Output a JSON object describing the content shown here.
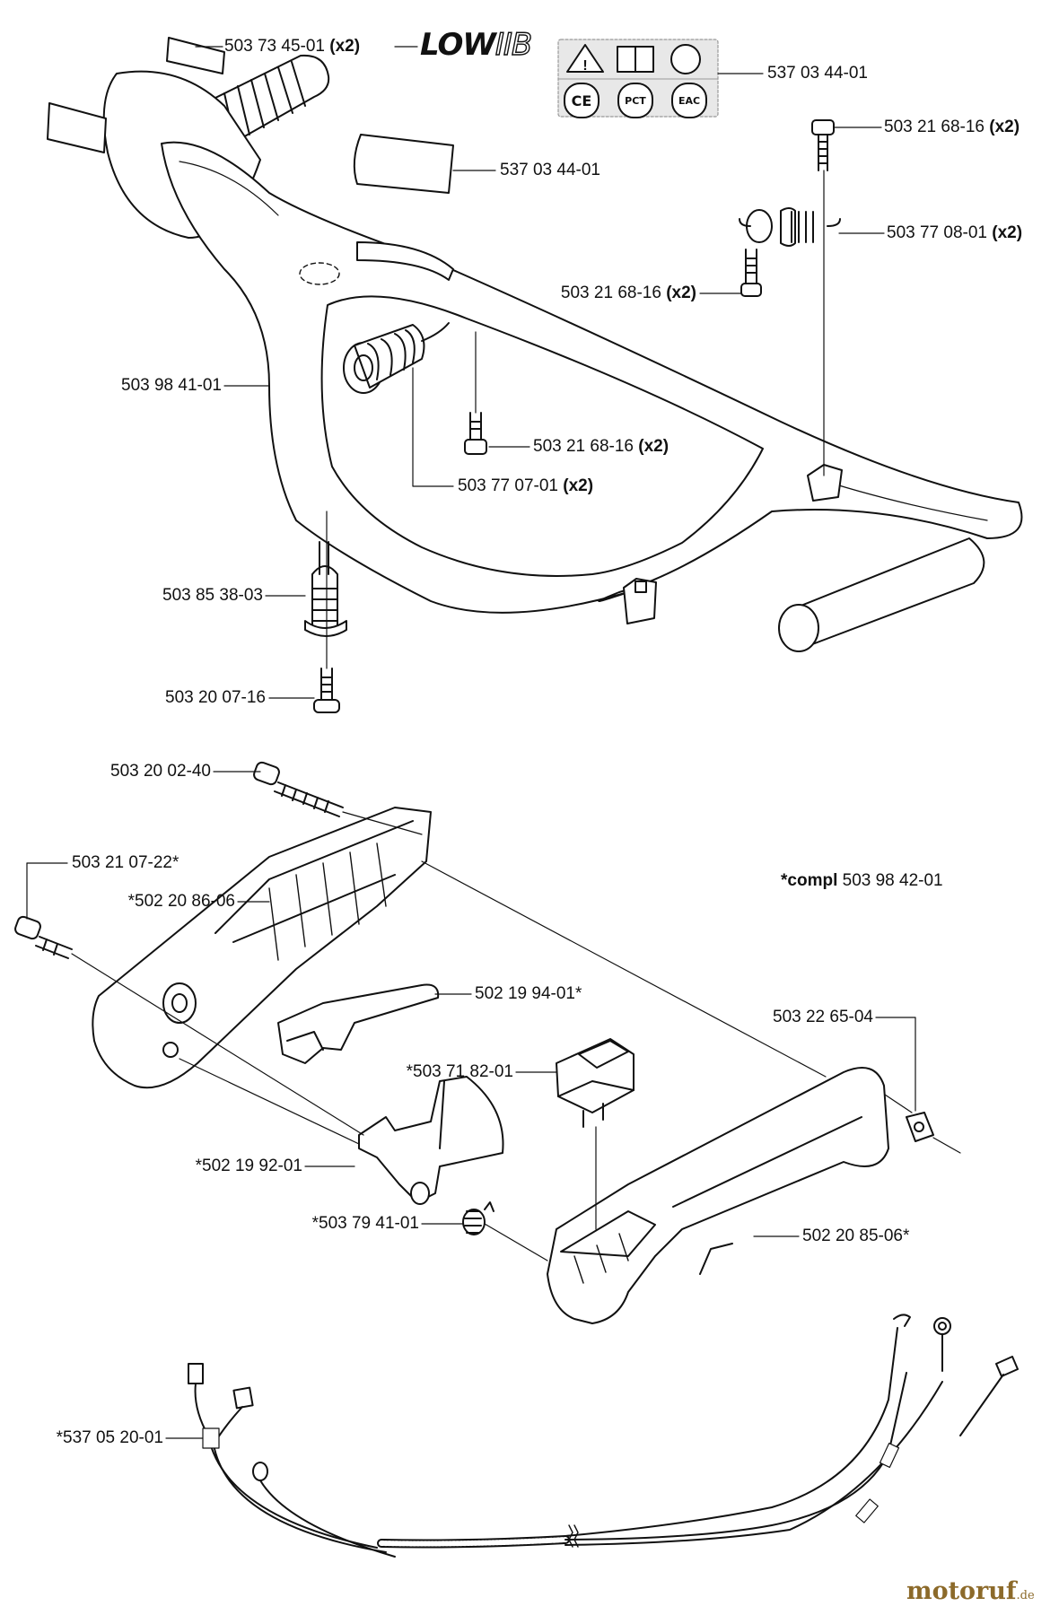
{
  "labels": {
    "p1": {
      "part": "503 73 45-01",
      "qty": "(x2)"
    },
    "p2": {
      "part": "537 03 44-01",
      "qty": ""
    },
    "p3": {
      "part": "537 03 44-01",
      "qty": ""
    },
    "p4": {
      "part": "503 21 68-16",
      "qty": "(x2)"
    },
    "p5": {
      "part": "503 77 08-01",
      "qty": "(x2)"
    },
    "p6": {
      "part": "503 21 68-16",
      "qty": "(x2)"
    },
    "p7": {
      "part": "503 98 41-01",
      "qty": ""
    },
    "p8": {
      "part": "503 21 68-16",
      "qty": "(x2)"
    },
    "p9": {
      "part": "503 77 07-01",
      "qty": "(x2)"
    },
    "p10": {
      "part": "503 85 38-03",
      "qty": ""
    },
    "p11": {
      "part": "503 20 07-16",
      "qty": ""
    },
    "p12": {
      "part": "503 20 02-40",
      "qty": ""
    },
    "p13": {
      "part": "503 21 07-22*",
      "qty": ""
    },
    "p14": {
      "part": "*502 20 86-06",
      "qty": ""
    },
    "p15": {
      "part": "502 19 94-01*",
      "qty": ""
    },
    "p16": {
      "part": "503 22 65-04",
      "qty": ""
    },
    "p17": {
      "part": "*503 71 82-01",
      "qty": ""
    },
    "p18": {
      "part": "*502 19 92-01",
      "qty": ""
    },
    "p19": {
      "part": "*503 79 41-01",
      "qty": ""
    },
    "p20": {
      "part": "502 20 85-06*",
      "qty": ""
    },
    "p21": {
      "part": "*537 05 20-01",
      "qty": ""
    }
  },
  "note": {
    "prefix": "*compl",
    "part": "503 98 42-01"
  },
  "logo": {
    "text_a": "LOW",
    "text_b": "IIB"
  },
  "decal_symbols": [
    "CE",
    "PCT",
    "EAC"
  ],
  "watermark": {
    "name": "motoruf",
    "tld": ".de"
  }
}
